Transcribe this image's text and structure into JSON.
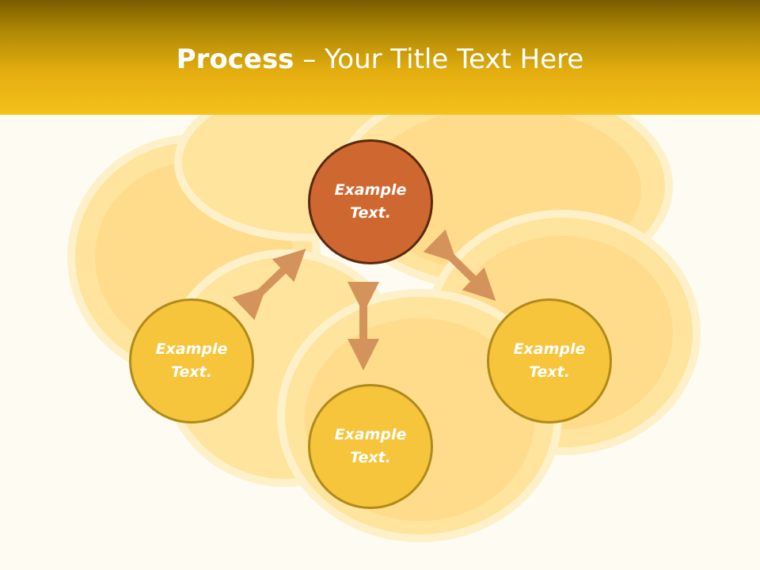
{
  "slide": {
    "title_bold": "Process",
    "title_rest": " – Your Title Text Here"
  },
  "diagram": {
    "nodes": [
      {
        "id": "top",
        "label_line1": "Example",
        "label_line2": "Text."
      },
      {
        "id": "left",
        "label_line1": "Example",
        "label_line2": "Text."
      },
      {
        "id": "bottom",
        "label_line1": "Example",
        "label_line2": "Text."
      },
      {
        "id": "right",
        "label_line1": "Example",
        "label_line2": "Text."
      }
    ],
    "colors": {
      "header": "#f4c21b",
      "top_node": "#cf6730",
      "node": "#f6c53b",
      "arrow": "#d4935a"
    }
  }
}
